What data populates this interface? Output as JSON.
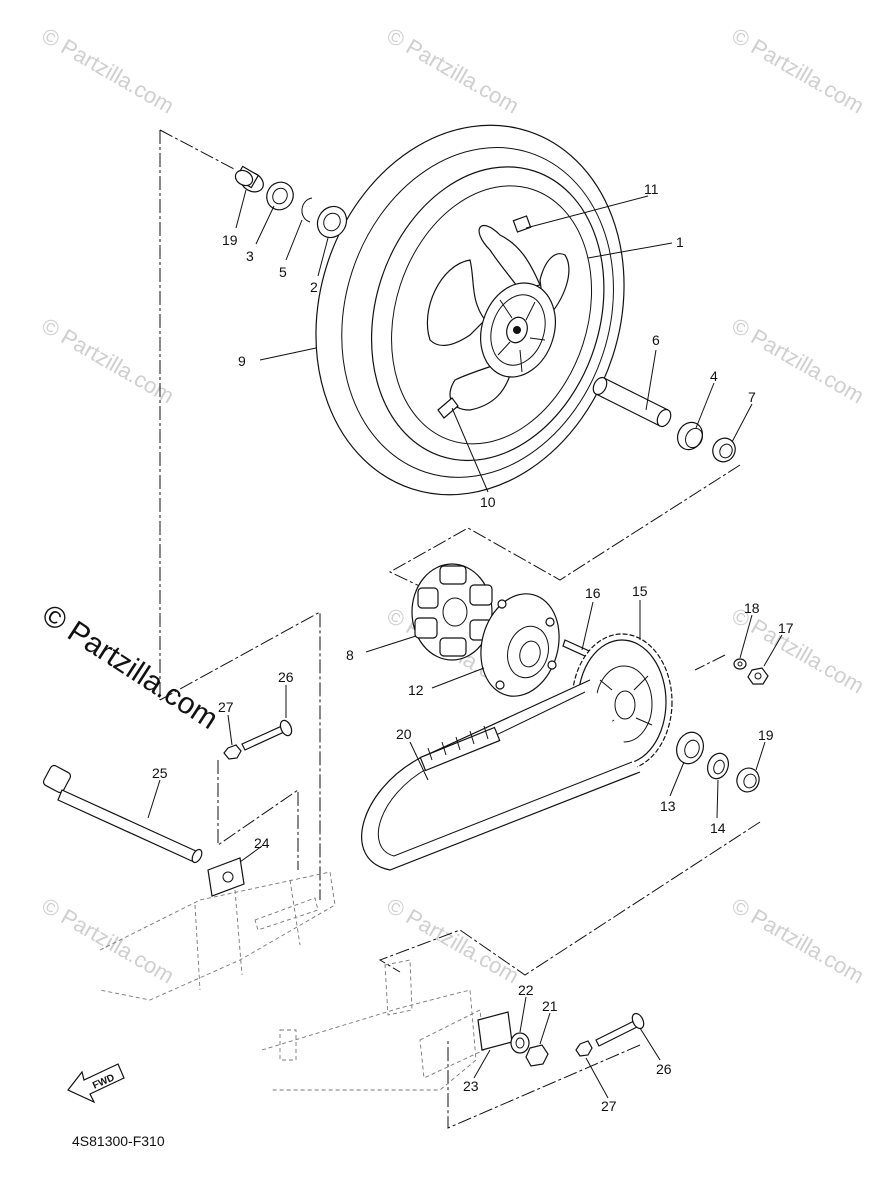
{
  "watermark": {
    "text": "© Partzilla.com",
    "tile_text": "© Partzilla.com"
  },
  "diagram_code": "4S81300-F310",
  "fwd_label": "FWD",
  "callouts": {
    "c1": "1",
    "c2": "2",
    "c3": "3",
    "c4": "4",
    "c5": "5",
    "c6": "6",
    "c7": "7",
    "c8": "8",
    "c9": "9",
    "c10": "10",
    "c11": "11",
    "c12": "12",
    "c13": "13",
    "c14": "14",
    "c15": "15",
    "c16": "16",
    "c17": "17",
    "c18": "18",
    "c19a": "19",
    "c19b": "19",
    "c20": "20",
    "c21": "21",
    "c22": "22",
    "c23": "23",
    "c24": "24",
    "c25": "25",
    "c26a": "26",
    "c26b": "26",
    "c27a": "27",
    "c27b": "27"
  }
}
